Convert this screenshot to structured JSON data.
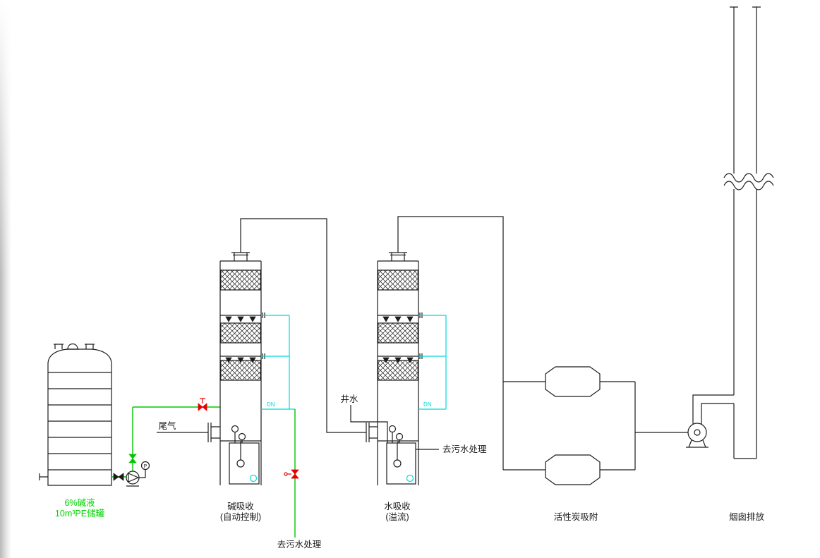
{
  "diagram": {
    "type": "process-flow-diagram",
    "colors": {
      "line": "#1c1c1c",
      "green": "#00c800",
      "cyan": "#00d8d8",
      "red": "#e60000",
      "label-green": "#00d200"
    },
    "labels": {
      "tank_line1": "6%碱液",
      "tank_line2": "10m³PE储罐",
      "tail_gas": "尾气",
      "tower1_name": "碱吸收",
      "tower1_mode": "(自动控制)",
      "drain_bottom": "去污水处理",
      "well_water": "井水",
      "tower2_name": "水吸收",
      "tower2_mode": "(溢流)",
      "drain_tower2": "去污水处理",
      "carbon_unit": "活性炭吸附",
      "stack": "烟囱排放",
      "dn_tower1": "DN",
      "dn_tower2": "DN",
      "pump_gauge": "P"
    }
  }
}
